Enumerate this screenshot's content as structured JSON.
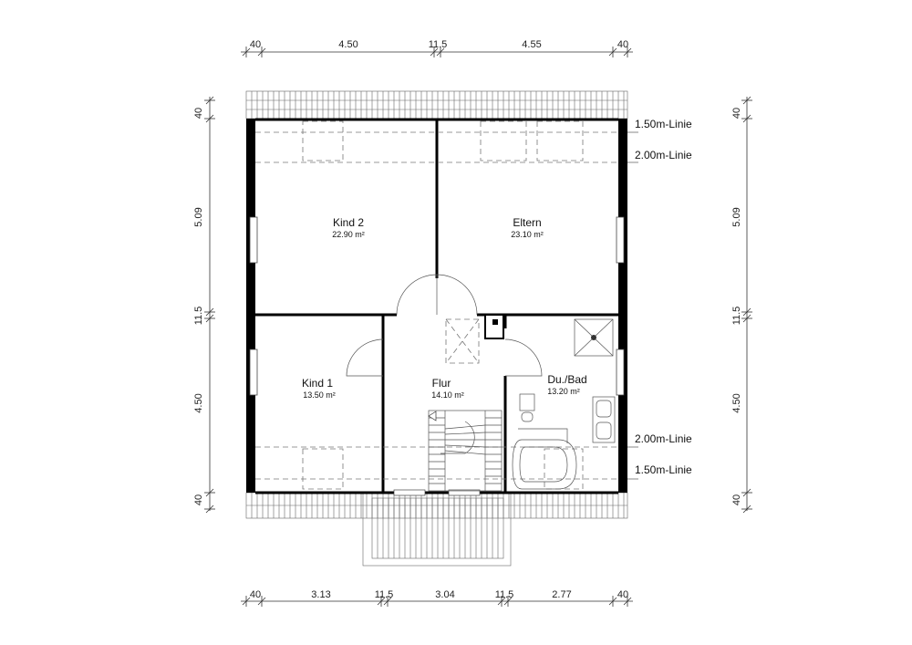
{
  "dimensions": {
    "top": [
      "40",
      "4.50",
      "11.5",
      "4.55",
      "40"
    ],
    "bottom": [
      "40",
      "3.13",
      "11.5",
      "3.04",
      "11.5",
      "2.77",
      "40"
    ],
    "left": [
      "40",
      "5.09",
      "11.5",
      "4.50",
      "40"
    ],
    "right": [
      "40",
      "5.09",
      "11.5",
      "4.50",
      "40"
    ]
  },
  "rooms": [
    {
      "id": "kind2",
      "name": "Kind 2",
      "area": "22.90 m²"
    },
    {
      "id": "eltern",
      "name": "Eltern",
      "area": "23.10 m²"
    },
    {
      "id": "kind1",
      "name": "Kind 1",
      "area": "13.50 m²"
    },
    {
      "id": "flur",
      "name": "Flur",
      "area": "14.10 m²"
    },
    {
      "id": "bad",
      "name": "Du./Bad",
      "area": "13.20 m²"
    }
  ],
  "lines": {
    "top_150": "1.50m-Linie",
    "top_200": "2.00m-Linie",
    "bottom_200": "2.00m-Linie",
    "bottom_150": "1.50m-Linie"
  }
}
